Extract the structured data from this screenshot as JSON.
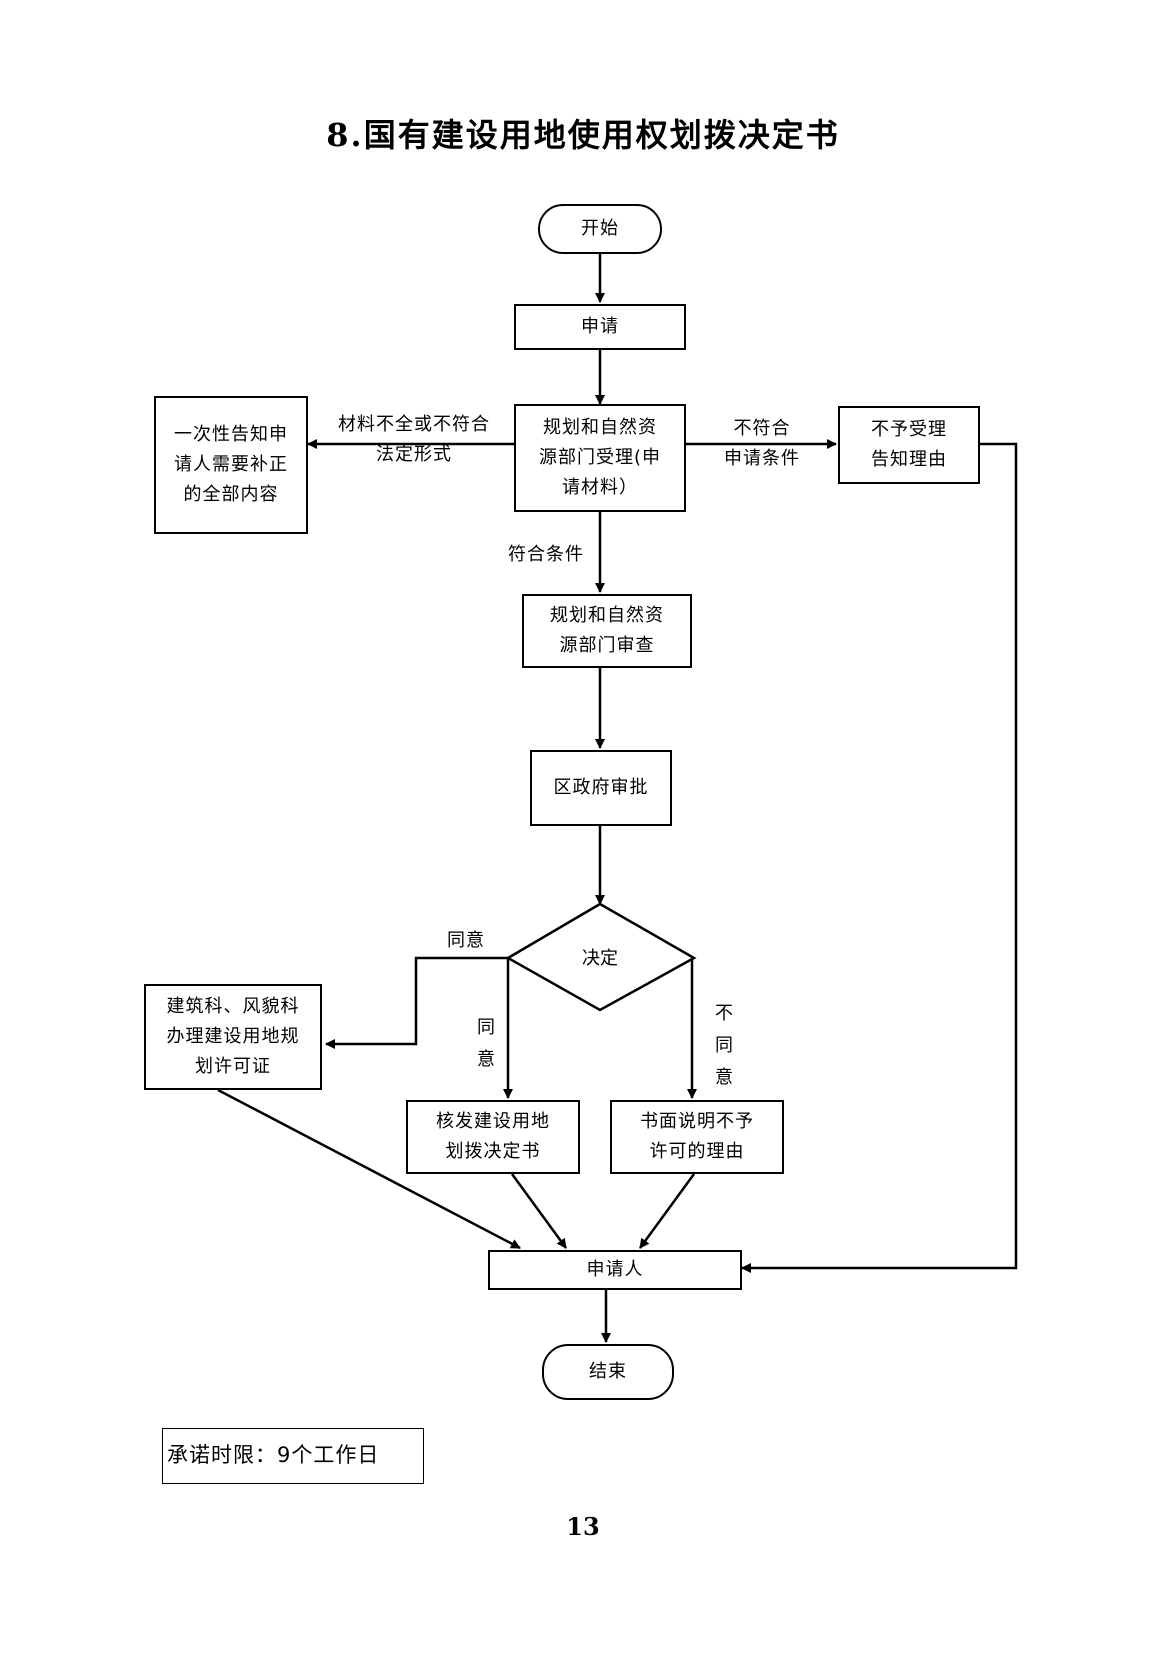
{
  "page": {
    "title": "8.国有建设用地使用权划拨决定书",
    "page_number": "13",
    "deadline": "承诺时限：9个工作日"
  },
  "nodes": {
    "start": "开始",
    "apply": "申请",
    "accept": "规划和自然资\n源部门受理(申\n请材料）",
    "notify_supplement": "一次性告知申\n请人需要补正\n的全部内容",
    "reject_notice": "不予受理\n告知理由",
    "review": "规划和自然资\n源部门审查",
    "district_approval": "区政府审批",
    "decision": "决定",
    "permit_office": "建筑科、风貌科\n办理建设用地规\n划许可证",
    "issue_decision": "核发建设用地\n划拨决定书",
    "written_explanation": "书面说明不予\n许可的理由",
    "applicant": "申请人",
    "end": "结束"
  },
  "edge_labels": {
    "incomplete": "材料不全或不符合\n法定形式",
    "not_qualified": "不符合\n申请条件",
    "qualified": "符合条件",
    "agree_left": "同意",
    "agree_down": "同意",
    "disagree_down": "不同意"
  },
  "colors": {
    "line": "#000000",
    "background": "#ffffff"
  }
}
